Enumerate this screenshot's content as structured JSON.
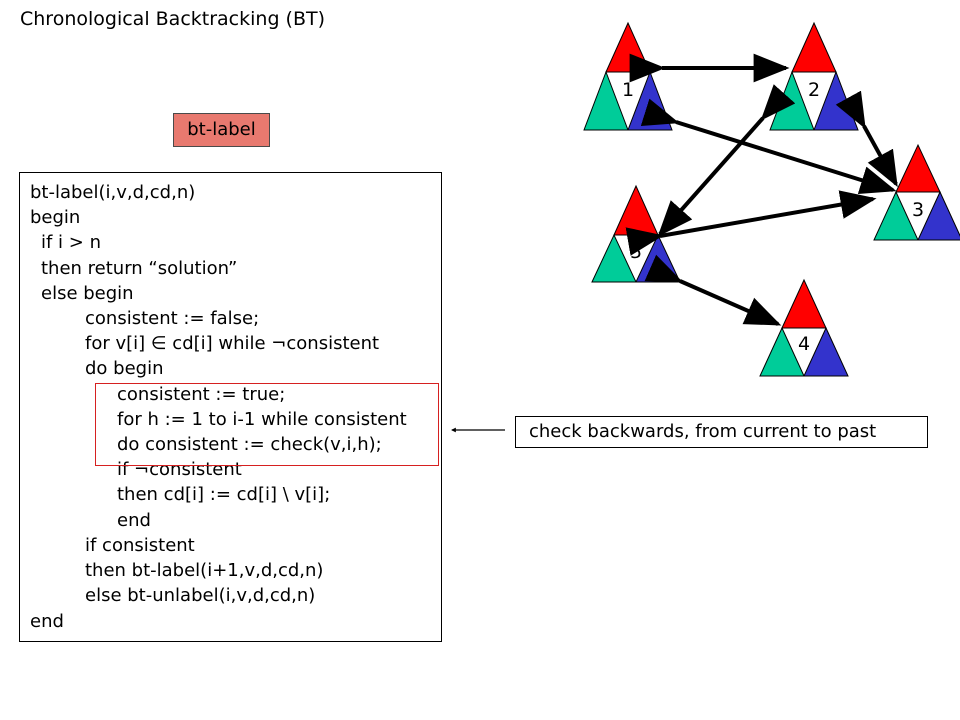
{
  "title": "Chronological Backtracking (BT)",
  "tag_label": "bt-label",
  "code_lines": [
    "bt-label(i,v,d,cd,n)",
    "begin",
    "if i > n",
    "then return “solution”",
    "else begin",
    "consistent := false;",
    "for v[i] ∈ cd[i] while ¬consistent",
    "do begin",
    "consistent := true;",
    "for h := 1 to i-1 while consistent",
    "do consistent := check(v,i,h);",
    "if ¬consistent",
    "then cd[i] := cd[i] \\ v[i];",
    "end",
    "if consistent",
    "then bt-label(i+1,v,d,cd,n)",
    "else bt-unlabel(i,v,d,cd,n)",
    "end"
  ],
  "note": "check backwards, from current to past",
  "nodes": [
    {
      "label": "1"
    },
    {
      "label": "2"
    },
    {
      "label": "3"
    },
    {
      "label": "4"
    },
    {
      "label": "5"
    }
  ],
  "colors": {
    "top": "#ff0000",
    "left": "#00cc99",
    "right": "#3333cc",
    "tag_bg": "#e8796f",
    "highlight": "#d62020"
  }
}
